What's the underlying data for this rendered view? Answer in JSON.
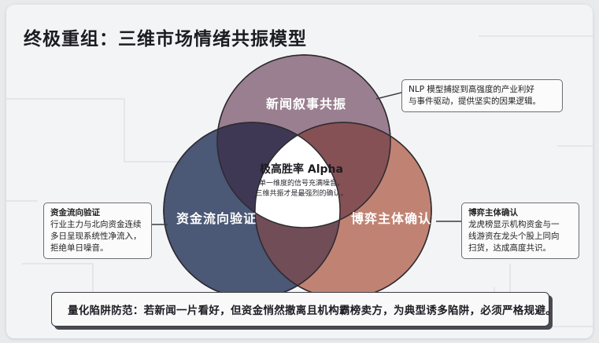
{
  "title": "终极重组：三维市场情绪共振模型",
  "colors": {
    "news_circle": "#8a6a7e",
    "fund_circle": "#3d4a6a",
    "game_circle": "#b56a55",
    "center": "#ffffff",
    "background": "#f3f4f6"
  },
  "circles": {
    "news": {
      "label": "新闻叙事共振"
    },
    "fund": {
      "label": "资金流向验证"
    },
    "game": {
      "label": "博弈主体确认"
    }
  },
  "center": {
    "title": "极高胜率 Alpha",
    "desc_line1": "单一维度的信号充满噪音，",
    "desc_line2": "三维共振才是最强烈的确认。"
  },
  "callouts": {
    "nlp": {
      "line1": "NLP 模型捕捉到高强度的产业利好",
      "line2": "与事件驱动，提供坚实的因果逻辑。"
    },
    "fund": {
      "title": "资金流向验证",
      "line1": "行业主力与北向资金连续",
      "line2": "多日呈现系统性净流入，",
      "line3": "拒绝单日噪音。"
    },
    "game": {
      "title": "博弈主体确认",
      "line1": "龙虎榜显示机构资金与一",
      "line2": "线游资在龙头个股上同向",
      "line3": "扫货，达成高度共识。"
    }
  },
  "footer": {
    "text": "量化陷阱防范：若新闻一片看好，但资金悄然撤离且机构霸榜卖方，为典型诱多陷阱，必须严格规避。"
  }
}
